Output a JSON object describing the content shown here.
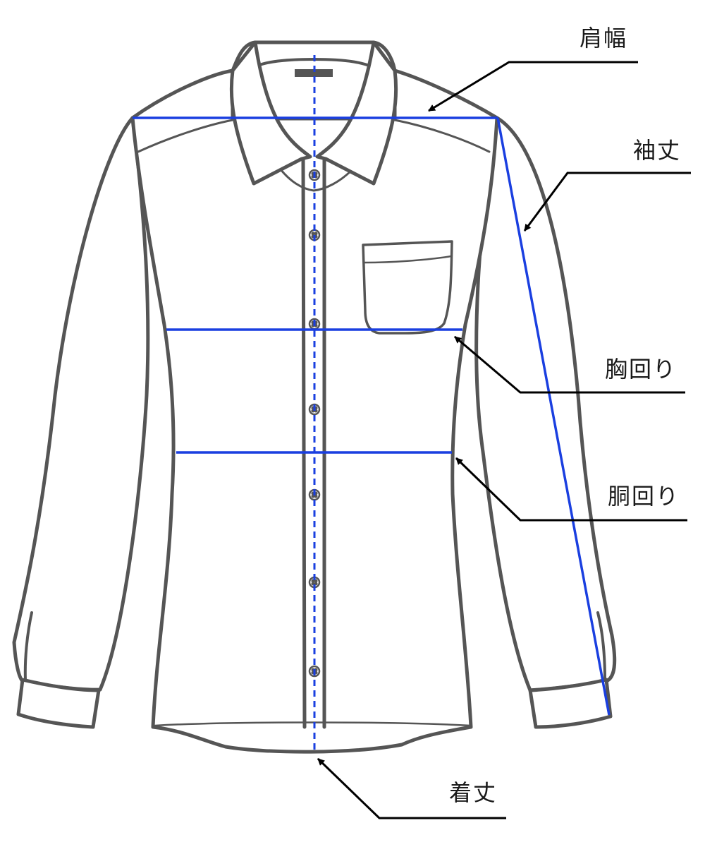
{
  "labels": {
    "shoulder_width": "肩幅",
    "sleeve_length": "袖丈",
    "chest": "胸回り",
    "waist": "胴回り",
    "total_length": "着丈"
  },
  "colors": {
    "outline": "#555555",
    "measure_line": "#1a3fe0",
    "leader": "#000000",
    "background": "#ffffff"
  }
}
